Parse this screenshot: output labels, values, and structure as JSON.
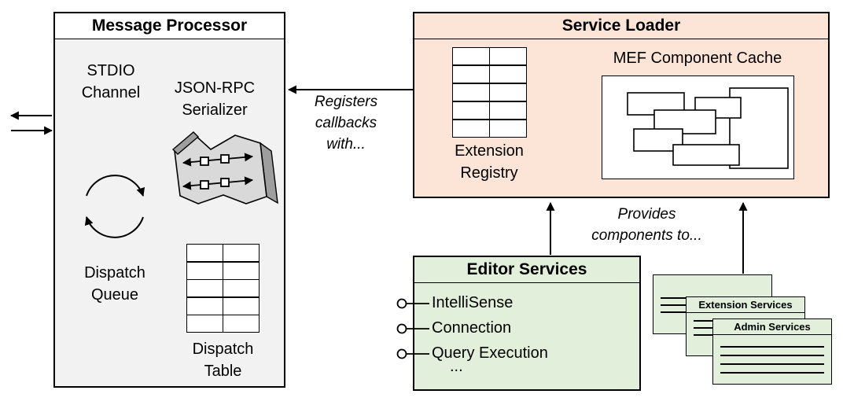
{
  "colors": {
    "processor_fill": "#f2f2f2",
    "loader_fill": "#fce4d6",
    "services_fill": "#e2efda",
    "ribbon_fill": "#d9d9d9",
    "ribbon_side": "#9e9e9e",
    "line": "#000000"
  },
  "message_processor": {
    "title": "Message Processor",
    "stdio_label": "STDIO\nChannel",
    "serializer_label": "JSON-RPC\nSerializer",
    "dispatch_queue_label": "Dispatch\nQueue",
    "dispatch_table_label": "Dispatch\nTable"
  },
  "service_loader": {
    "title": "Service Loader",
    "extension_registry_label": "Extension\nRegistry",
    "mef_cache_label": "MEF Component Cache"
  },
  "editor_services": {
    "title": "Editor Services",
    "items": [
      "IntelliSense",
      "Connection",
      "Query Execution"
    ],
    "ellipsis": "..."
  },
  "services_stack": [
    {
      "label": ""
    },
    {
      "label": "Extension Services"
    },
    {
      "label": "Admin Services"
    }
  ],
  "annotations": {
    "registers_callbacks": "Registers\ncallbacks\nwith...",
    "provides_components": "Provides\ncomponents to..."
  },
  "icons": {
    "serializer": "ribbon-with-message-wires",
    "dispatch_queue": "circular-arrows",
    "dispatch_table": "grid-table",
    "extension_registry": "grid-table",
    "mef_cache": "overlapping-component-rectangles",
    "editor_interface": "lollipop-connector",
    "stdio": "left-right-arrows"
  }
}
